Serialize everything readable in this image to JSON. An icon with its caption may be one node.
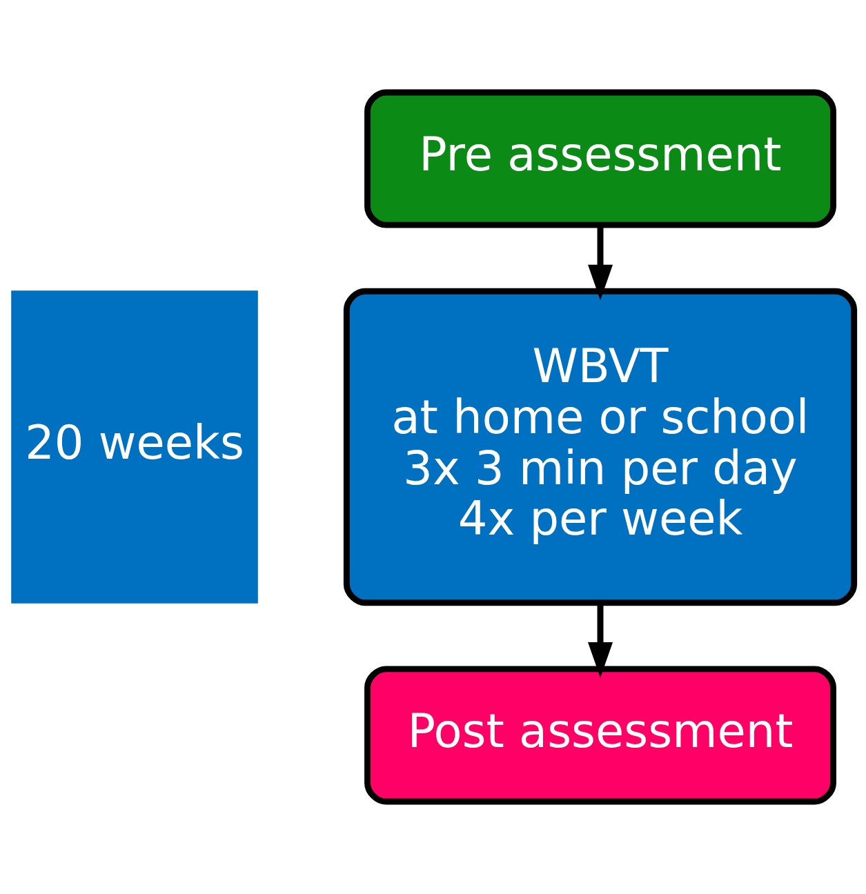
{
  "diagram": {
    "nodes": [
      {
        "text": [
          "Pre assessment"
        ]
      },
      {
        "text": [
          "WBVT",
          "at home or school",
          "3x 3 min per day",
          "4x per week"
        ]
      },
      {
        "text": [
          "Post assessment"
        ]
      },
      {
        "text": [
          "20 weeks"
        ]
      }
    ],
    "edges": [
      {
        "from": 0,
        "to": 1,
        "arrow": "to"
      },
      {
        "from": 1,
        "to": 2,
        "arrow": "to"
      }
    ]
  }
}
